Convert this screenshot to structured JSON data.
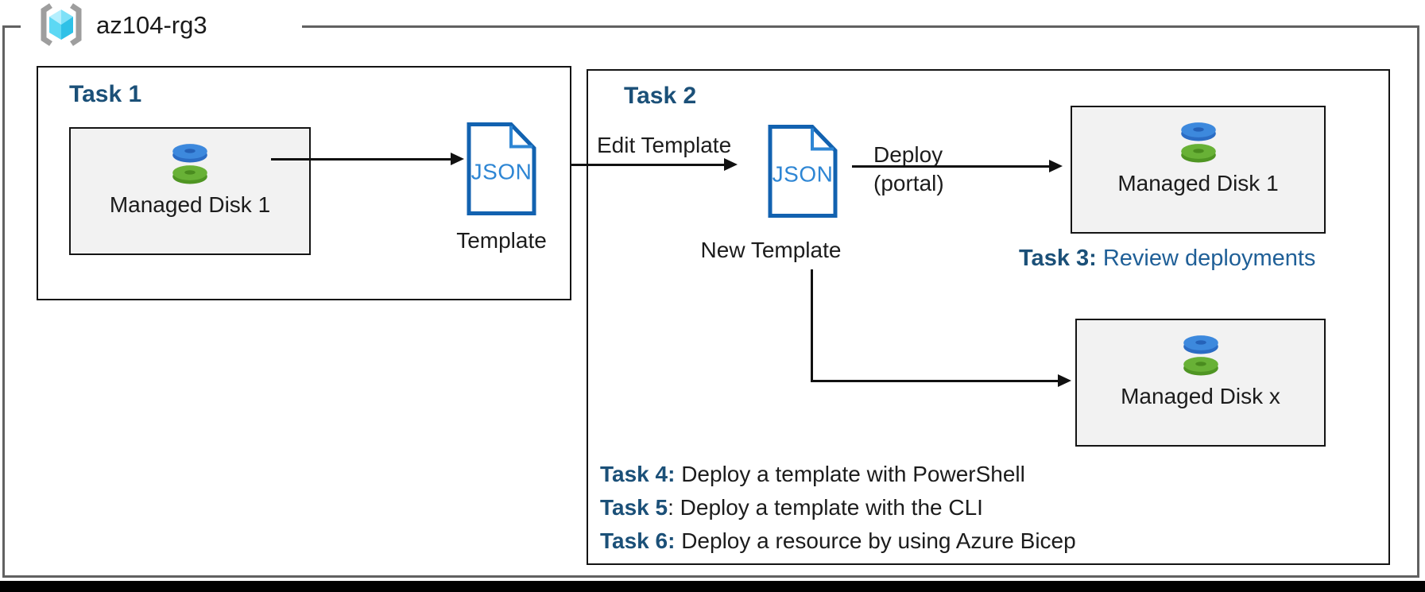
{
  "header": {
    "resource_group_name": "az104-rg3"
  },
  "task1": {
    "title": "Task 1",
    "disk_box_label": "Managed Disk 1",
    "json_doc_text": "JSON",
    "template_caption": "Template"
  },
  "task2": {
    "title": "Task 2",
    "edit_template_label": "Edit Template",
    "json_doc_text": "JSON",
    "new_template_caption": "New Template",
    "deploy_label": "Deploy",
    "deploy_sublabel": "(portal)",
    "managed_disk_1_label": "Managed Disk 1",
    "managed_disk_x_label": "Managed Disk x"
  },
  "task3": {
    "label": "Task 3:",
    "description": " Review deployments"
  },
  "bottom_tasks": [
    {
      "label": "Task 4:",
      "description": " Deploy a template with PowerShell"
    },
    {
      "label": "Task 5",
      "description": ": Deploy a template with the CLI"
    },
    {
      "label": "Task 6:",
      "description": " Deploy a resource by using Azure Bicep"
    }
  ],
  "icons": {
    "resource_group_icon": "azure-resource-group-brackets-cube",
    "disk_icon": "managed-disk-stacked-blue-green",
    "json_file_icon": "json-document-dog-ear"
  },
  "colors": {
    "task_heading_blue": "#1b5078",
    "task3_description_blue": "#1f5f97",
    "json_border_blue": "#1262b0",
    "json_text_blue": "#2e86d4",
    "disk_blue": "#3d89dd",
    "disk_green": "#68b136",
    "box_fill_gray": "#f2f2f2",
    "outer_border_gray": "#616161",
    "line_black": "#111111"
  }
}
